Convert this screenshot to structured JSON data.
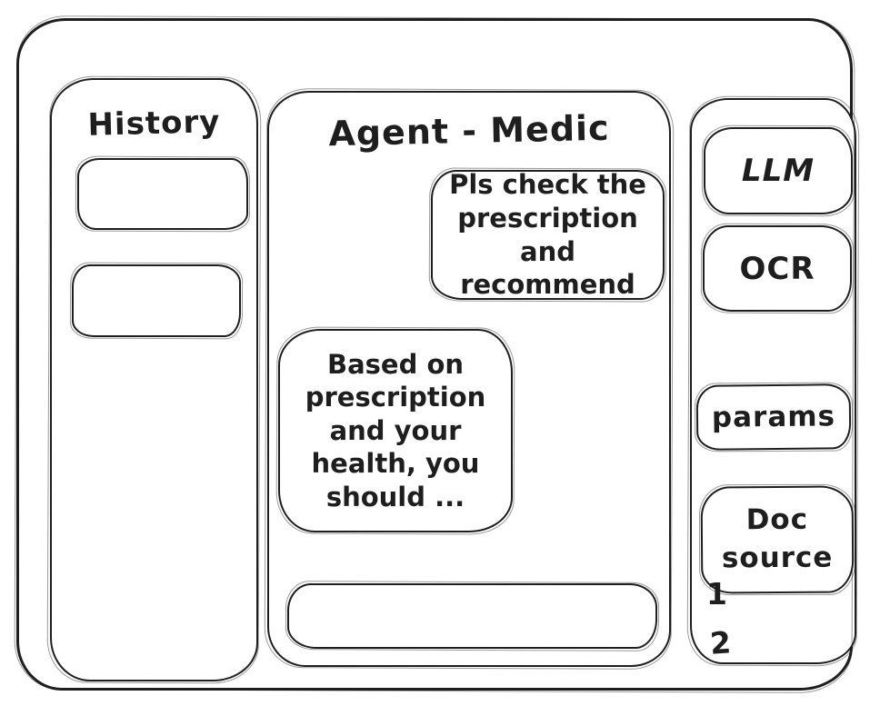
{
  "colors": {
    "ink": "#1e1e1e",
    "background": "#ffffff"
  },
  "history_sidebar": {
    "title": "History",
    "items": [
      {
        "label": ""
      },
      {
        "label": ""
      }
    ]
  },
  "chat": {
    "title": "Agent - Medic",
    "messages": [
      {
        "role": "user",
        "text": "Pls check the\nprescription\nand recommend"
      },
      {
        "role": "assistant",
        "text": "Based on\nprescription\nand your\nhealth, you\nshould ..."
      }
    ],
    "input": {
      "value": "",
      "placeholder": ""
    }
  },
  "tools_sidebar": {
    "buttons": [
      {
        "label": "LLM"
      },
      {
        "label": "OCR"
      },
      {
        "label": "params"
      },
      {
        "label": "Doc\nsource"
      }
    ],
    "doc_source_items": [
      "1",
      "2"
    ]
  }
}
